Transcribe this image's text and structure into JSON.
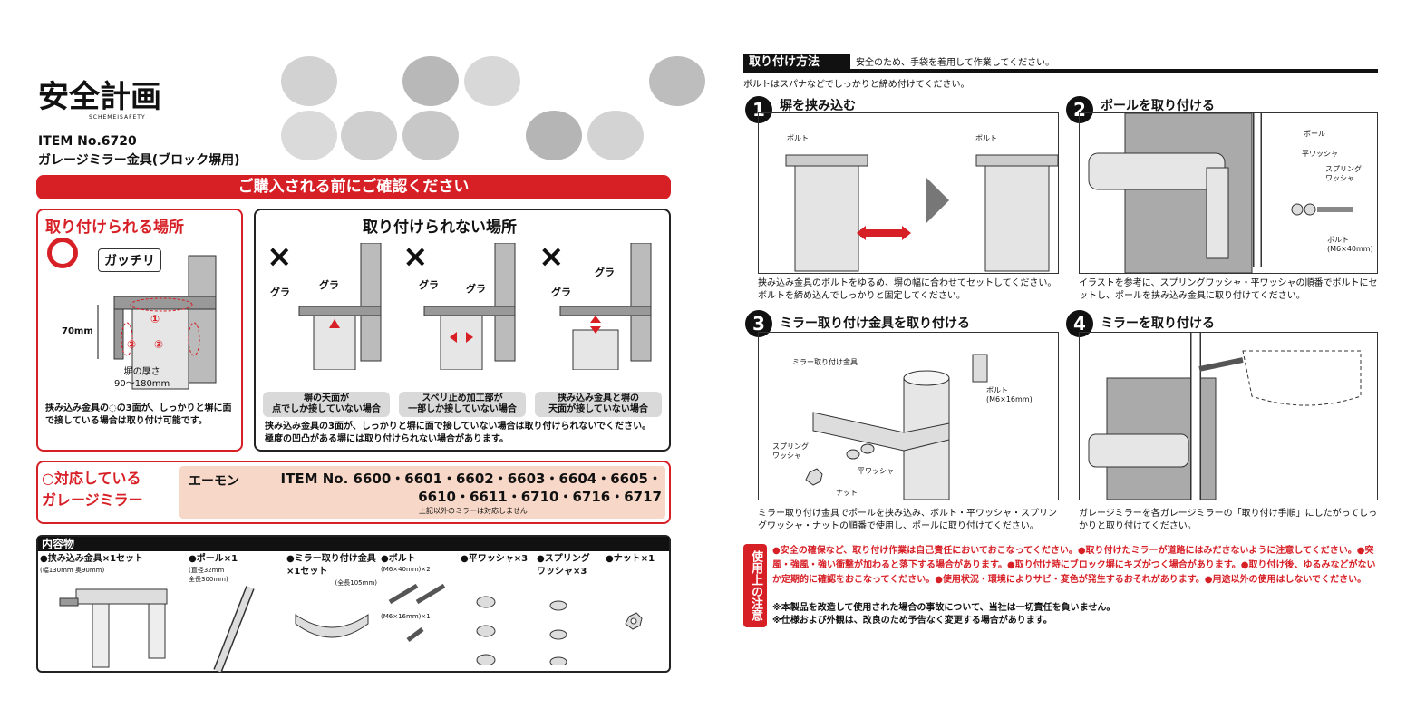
{
  "brand": {
    "logo": "安全計画",
    "logo_sub": "SCHEMEISAFETY"
  },
  "item_no": "ITEM No.6720",
  "product_name": "ガレージミラー金具(ブロック塀用)",
  "confirm_banner": "ご購入される前にご確認ください",
  "ok_box": {
    "title": "取り付けられる場所",
    "mark": "○",
    "sound": "ガッチリ",
    "height_label": "70mm",
    "thickness_label": "塀の厚さ\n90〜180mm",
    "points": [
      "①",
      "②",
      "③"
    ],
    "note": "挟み込み金具の◌の3面が、しっかりと塀に面で接している場合は取り付け可能です。"
  },
  "ng_box": {
    "title": "取り付けられない場所",
    "items": [
      {
        "mark": "×",
        "sound1": "グラ",
        "sound2": "グラ",
        "caption": "塀の天面が\n点でしか接していない場合"
      },
      {
        "mark": "×",
        "sound1": "グラ",
        "sound2": "グラ",
        "caption": "スベリ止め加工部が\n一部しか接していない場合"
      },
      {
        "mark": "×",
        "sound1": "グラ",
        "sound2": "グラ",
        "caption": "挟み込み金具と塀の\n天面が接していない場合"
      }
    ],
    "note": "挟み込み金具の3面が、しっかりと塀に面で接していない場合は取り付けられないでください。\n極度の凹凸がある塀には取り付けられない場合があります。"
  },
  "compatible": {
    "label": "○対応している\nガレージミラー",
    "maker": "エーモン",
    "items": "ITEM No. 6600・6601・6602・6603・6604・6605・\n6610・6611・6710・6716・6717",
    "note": "上記以外のミラーは対応しません"
  },
  "contents": {
    "title": "内容物",
    "items": [
      {
        "name": "●挟み込み金具×1セット",
        "spec": "(幅130mm 奥90mm)"
      },
      {
        "name": "●ポール×1",
        "spec": "(直径32mm\n全長300mm)"
      },
      {
        "name": "●ミラー取り付け金具\n×1セット",
        "spec": "(全長105mm)"
      },
      {
        "name": "●ボルト",
        "spec": "(M6×40mm)×2",
        "spec2": "(M6×16mm)×1"
      },
      {
        "name": "●平ワッシャ×3",
        "spec": ""
      },
      {
        "name": "●スプリング\nワッシャ×3",
        "spec": ""
      },
      {
        "name": "●ナット×1",
        "spec": ""
      }
    ]
  },
  "install": {
    "heading": "取り付け方法",
    "warn1": "安全のため、手袋を着用して作業してください。",
    "warn2": "ボルトはスパナなどでしっかりと締め付けてください。",
    "steps": [
      {
        "num": "1",
        "title": "塀を挟み込む",
        "label_bolt": "ボルト",
        "desc": "挟み込み金具のボルトをゆるめ、塀の幅に合わせてセットしてください。ボルトを締め込んでしっかりと固定してください。"
      },
      {
        "num": "2",
        "title": "ポールを取り付ける",
        "labels": [
          "ポール",
          "平ワッシャ",
          "スプリング\nワッシャ",
          "ボルト\n(M6×40mm)"
        ],
        "desc": "イラストを参考に、スプリングワッシャ・平ワッシャの順番でボルトにセットし、ポールを挟み込み金具に取り付けてください。"
      },
      {
        "num": "3",
        "title": "ミラー取り付け金具を取り付ける",
        "labels": [
          "ミラー取り付け金具",
          "ボルト\n(M6×16mm)",
          "スプリング\nワッシャ",
          "平ワッシャ",
          "ナット"
        ],
        "desc": "ミラー取り付け金具でポールを挟み込み、ボルト・平ワッシャ・スプリングワッシャ・ナットの順番で使用し、ポールに取り付けてください。"
      },
      {
        "num": "4",
        "title": "ミラーを取り付ける",
        "desc": "ガレージミラーを各ガレージミラーの「取り付け手順」にしたがってしっかりと取り付けてください。"
      }
    ]
  },
  "caution": {
    "label": "使用上の注意",
    "red_text": "●安全の確保など、取り付け作業は自己責任においておこなってください。●取り付けたミラーが道路にはみださないように注意してください。●突風・強風・強い衝撃が加わると落下する場合があります。●取り付け時にブロック塀にキズがつく場合があります。●取り付け後、ゆるみなどがないか定期的に確認をおこなってください。●使用状況・環境によりサビ・変色が発生するおそれがあります。●用途以外の使用はしないでください。",
    "black1": "※本製品を改造して使用された場合の事故について、当社は一切責任を負いません。",
    "black2": "※仕様および外観は、改良のため予告なく変更する場合があります。"
  },
  "colors": {
    "accent": "#d71f26",
    "dark": "#111111",
    "gray": "#d9d9d9"
  }
}
